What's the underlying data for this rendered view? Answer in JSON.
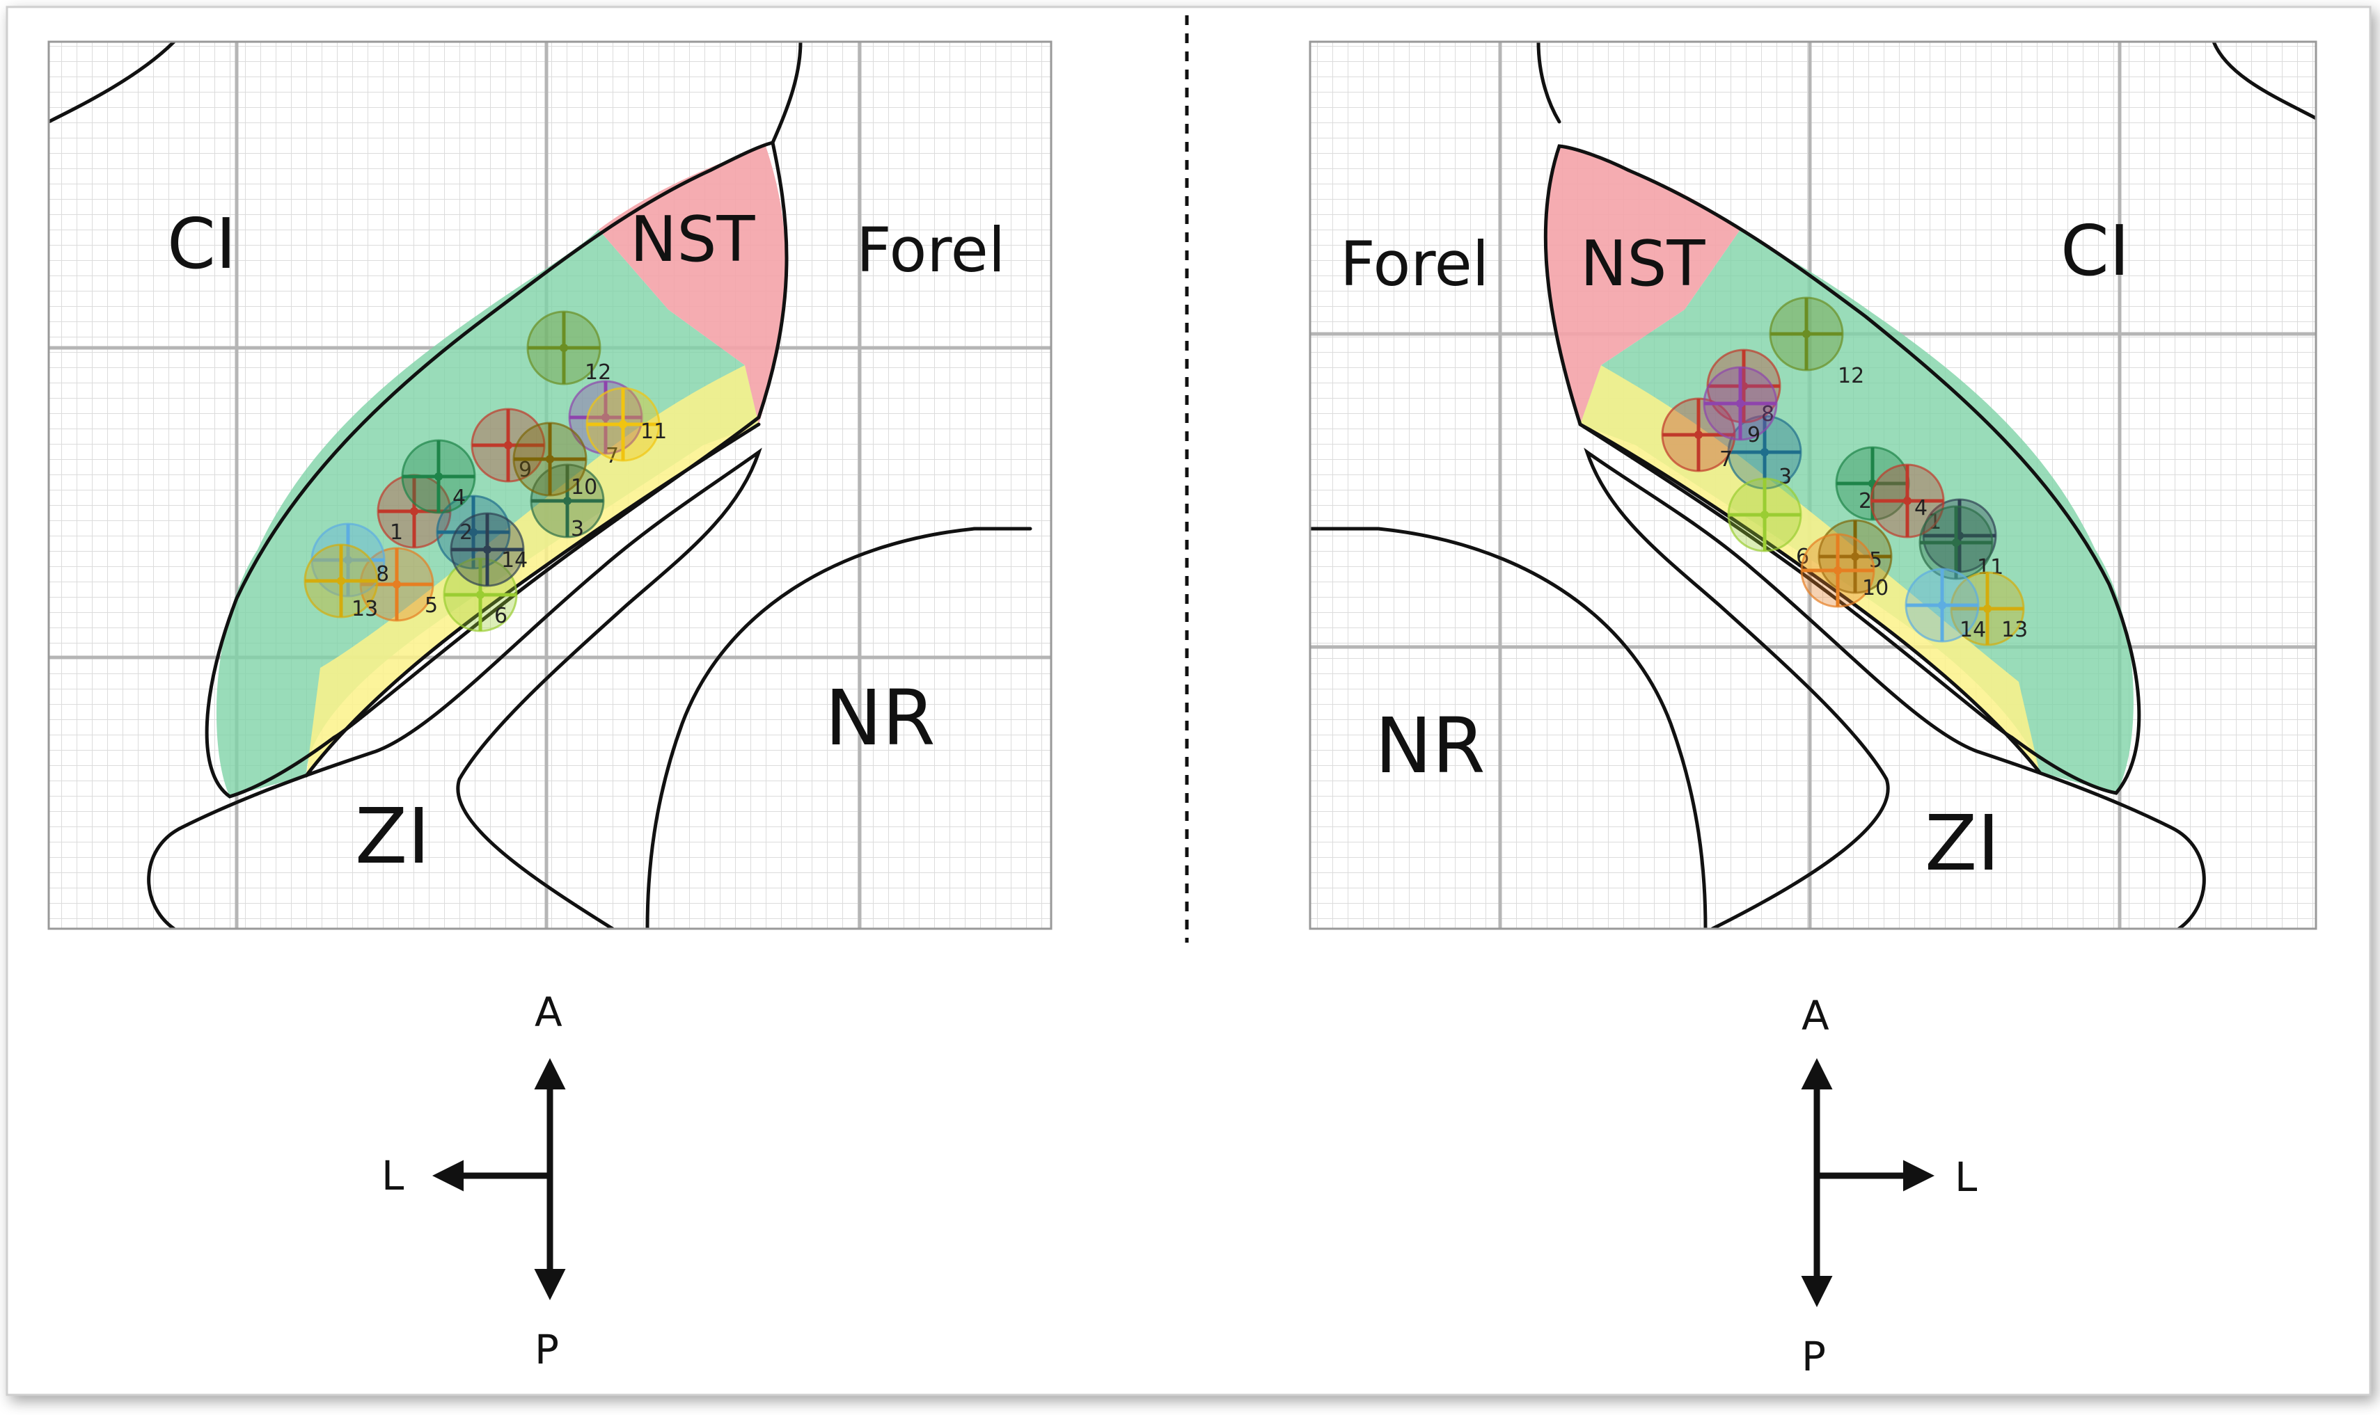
{
  "figure": {
    "left_panel": {
      "labels": {
        "ci": "CI",
        "nst": "NST",
        "forel": "Forel",
        "nr": "NR",
        "zi": "ZI"
      },
      "contacts": [
        {
          "id": "1",
          "color": "#c0392b"
        },
        {
          "id": "2",
          "color": "#1f6e8c"
        },
        {
          "id": "3",
          "color": "#2c6e49"
        },
        {
          "id": "4",
          "color": "#1e8449"
        },
        {
          "id": "5",
          "color": "#e67e22"
        },
        {
          "id": "6",
          "color": "#9acd32"
        },
        {
          "id": "7",
          "color": "#8e44ad"
        },
        {
          "id": "8",
          "color": "#5dade2"
        },
        {
          "id": "9",
          "color": "#c0392b"
        },
        {
          "id": "10",
          "color": "#7d6608"
        },
        {
          "id": "11",
          "color": "#f1c40f"
        },
        {
          "id": "12",
          "color": "#6b8e23"
        },
        {
          "id": "13",
          "color": "#d4ac0d"
        },
        {
          "id": "14",
          "color": "#2e4053"
        }
      ],
      "directions": {
        "up": "A",
        "down": "P",
        "side": "L"
      }
    },
    "right_panel": {
      "labels": {
        "ci": "CI",
        "nst": "NST",
        "forel": "Forel",
        "nr": "NR",
        "zi": "ZI"
      },
      "contacts": [
        {
          "id": "1",
          "color": "#2e4053"
        },
        {
          "id": "2",
          "color": "#1e8449"
        },
        {
          "id": "3",
          "color": "#1f6e8c"
        },
        {
          "id": "4",
          "color": "#c0392b"
        },
        {
          "id": "5",
          "color": "#7d6608"
        },
        {
          "id": "6",
          "color": "#9acd32"
        },
        {
          "id": "7",
          "color": "#c0392b"
        },
        {
          "id": "8",
          "color": "#c0392b"
        },
        {
          "id": "9",
          "color": "#8e44ad"
        },
        {
          "id": "10",
          "color": "#e67e22"
        },
        {
          "id": "11",
          "color": "#2c6e49"
        },
        {
          "id": "12",
          "color": "#6b8e23"
        },
        {
          "id": "13",
          "color": "#d4ac0d"
        },
        {
          "id": "14",
          "color": "#5dade2"
        }
      ],
      "directions": {
        "up": "A",
        "down": "P",
        "side": "L"
      }
    },
    "colors": {
      "ci_region": "#7fd3a8",
      "nst_region": "#f4a3a8",
      "zi_region": "#fbf28a",
      "grid_minor": "#dcdcdc",
      "grid_major": "#b5b5b5",
      "outline": "#111111"
    }
  }
}
